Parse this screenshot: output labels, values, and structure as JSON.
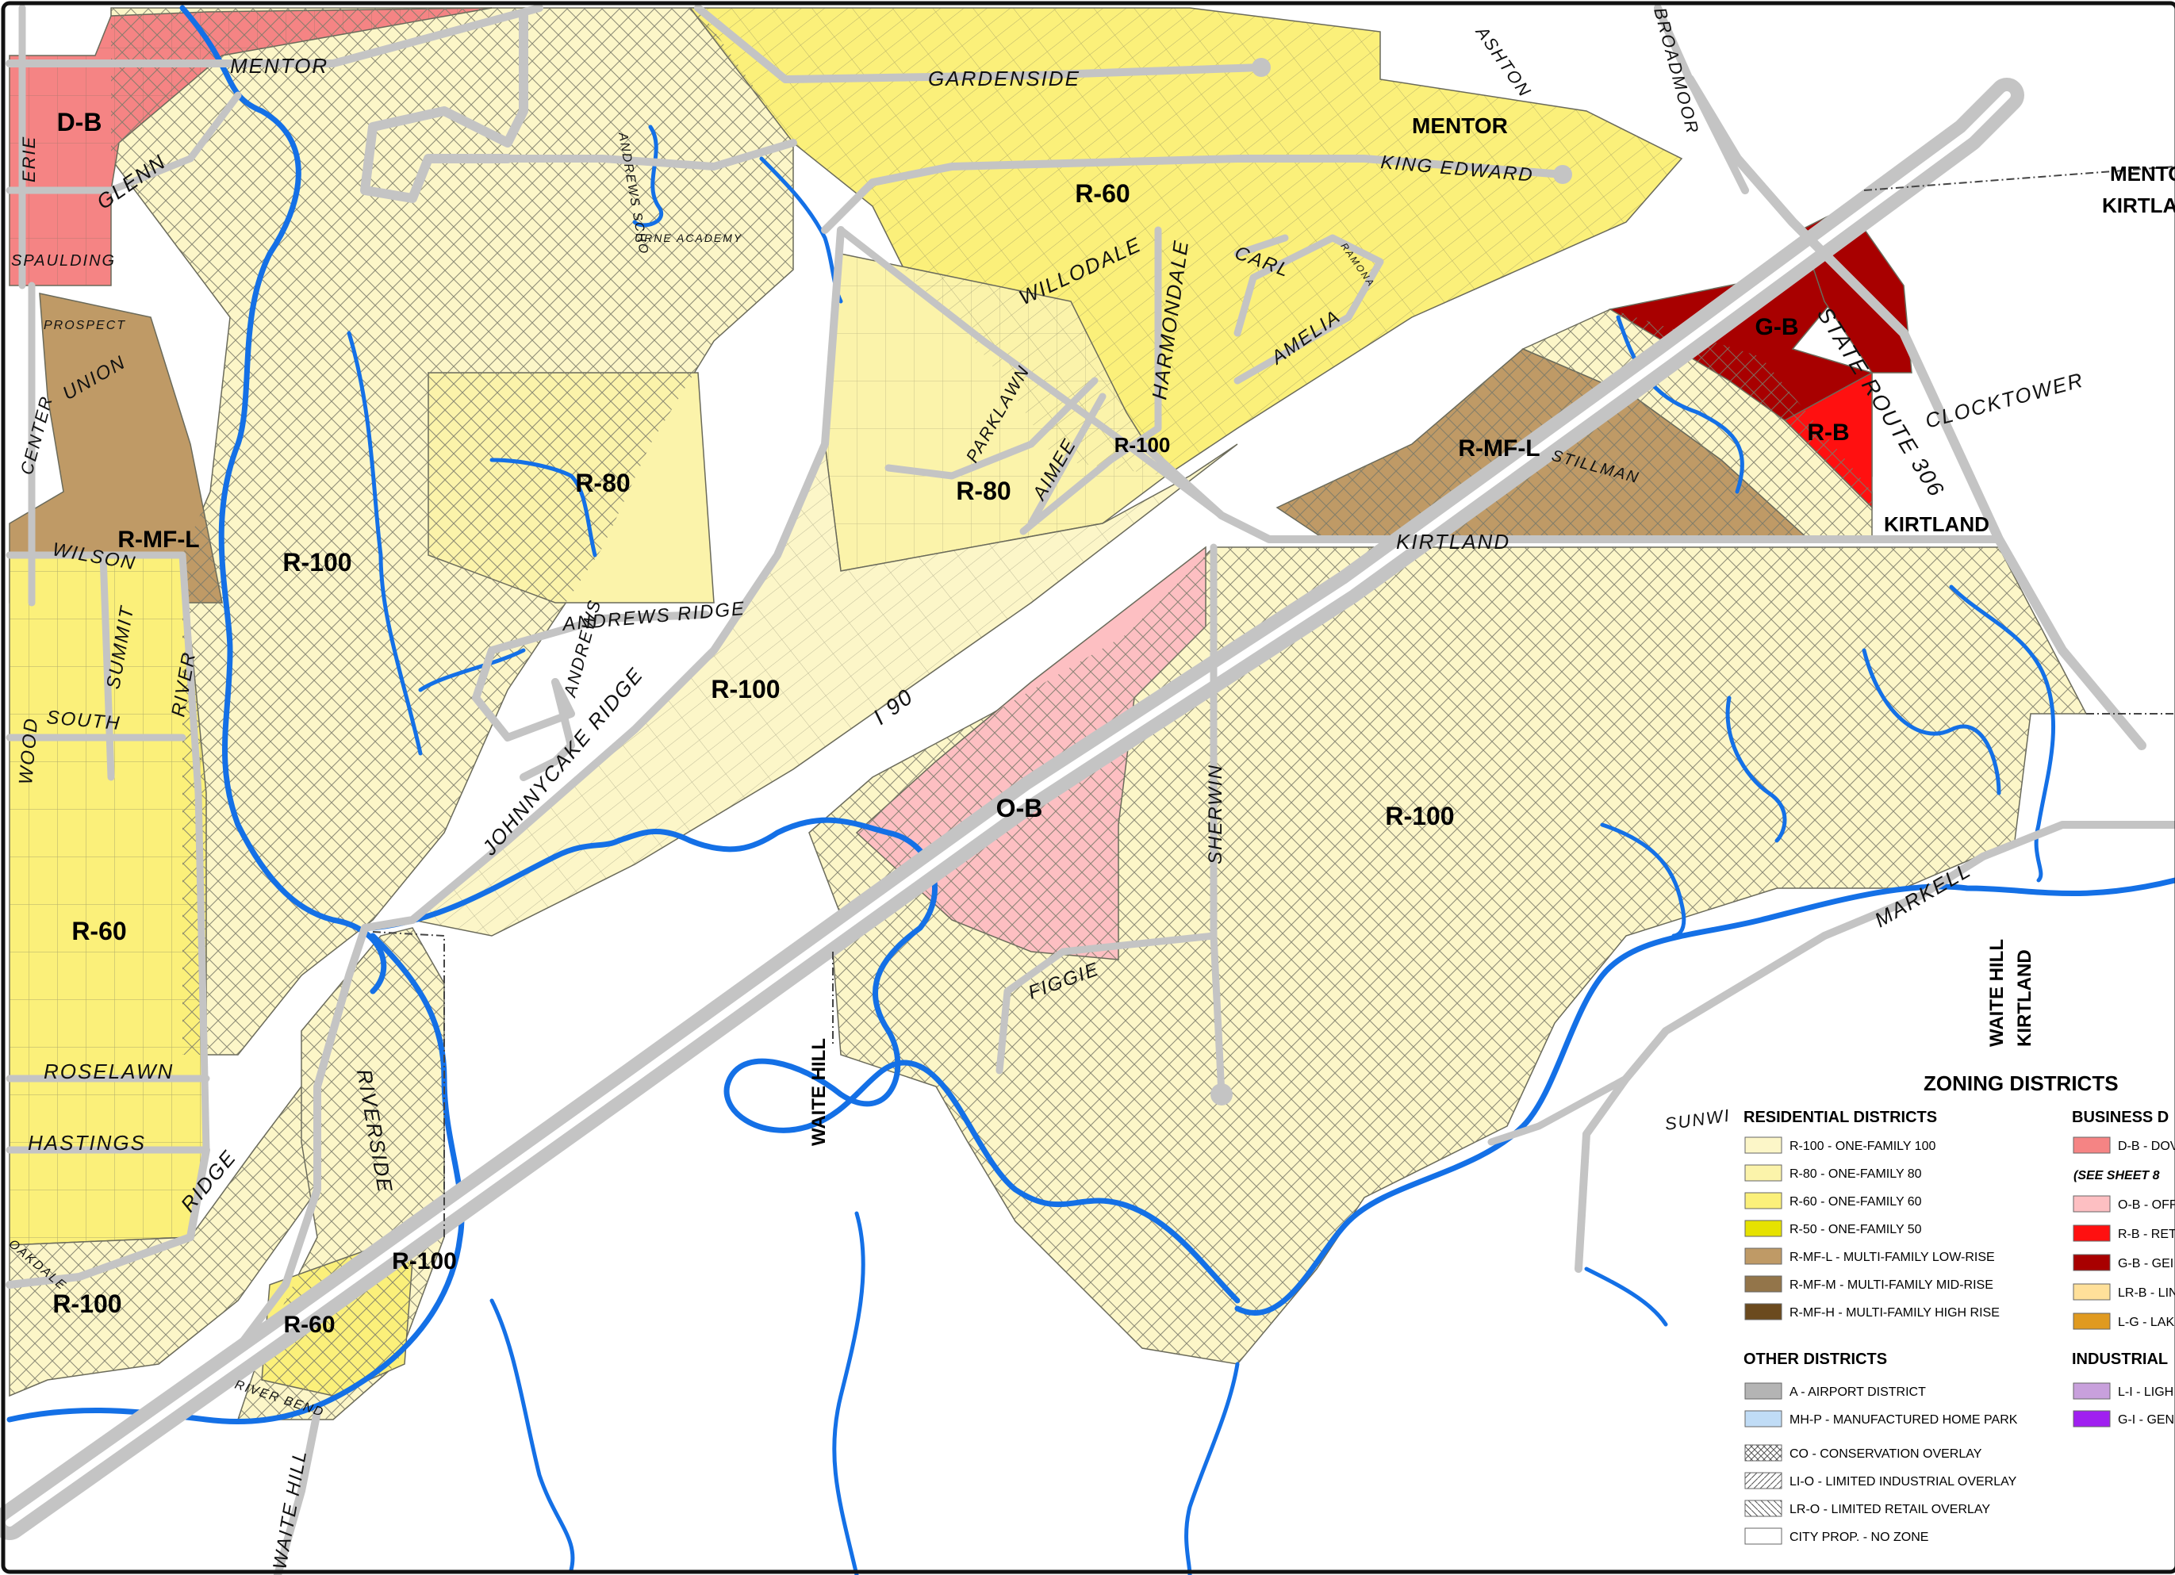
{
  "colors": {
    "R-100": "#fcf6c8",
    "R-80": "#fbf3aa",
    "R-60": "#fbf07a",
    "R-50": "#e6e200",
    "R-MF-L": "#bf9a66",
    "R-MF-M": "#93754a",
    "R-MF-H": "#6b4a1e",
    "D-B": "#f58484",
    "O-B": "#fdbfc2",
    "R-B": "#ff1010",
    "G-B": "#a80000",
    "LR-B": "#ffe09a",
    "L-G": "#e09a20",
    "A": "#b4b4b4",
    "MH-P": "#c0dcf6",
    "L-I": "#c8a0dc",
    "G-I": "#a020f0",
    "road": "#c4c4c4",
    "stream": "#1470e6"
  },
  "zones": {
    "db": "D-B",
    "rmfl_west": "R-MF-L",
    "r100_west": "R-100",
    "r80": "R-80",
    "r60_north": "R-60",
    "r80_mid": "R-80",
    "r100_mid": "R-100",
    "r100_jc": "R-100",
    "ob": "O-B",
    "rmfl_east": "R-MF-L",
    "gb": "G-B",
    "rb": "R-B",
    "r100_east": "R-100",
    "r60_west": "R-60",
    "r100_sw": "R-100",
    "r100_riv": "R-100",
    "r60_south": "R-60"
  },
  "roads": {
    "mentor_w": "MENTOR",
    "mentor_n": "MENTOR",
    "mentor_ne": "MENTOR",
    "kirtland_ne": "KIRTLA",
    "gardenside": "GARDENSIDE",
    "ashton": "ASHTON",
    "broadmoor": "BROADMOOR",
    "king_edward": "KING EDWARD",
    "glenn": "GLENN",
    "erie": "ERIE",
    "spaulding": "SPAULDING",
    "prospect": "PROSPECT",
    "union": "UNION",
    "center": "CENTER",
    "wilson": "WILSON",
    "summit": "SUMMIT",
    "south": "SOUTH",
    "wood": "WOOD",
    "river": "RIVER",
    "andrews_school": "ANDREWS SCHO",
    "urne_academy": "URNE ACADEMY",
    "willodale": "WILLODALE",
    "harmondale": "HARMONDALE",
    "carl": "CARL",
    "ramona": "RAMONA",
    "amelia": "AMELIA",
    "parklawn": "PARKLAWN",
    "aimee": "AIMEE",
    "andrews_ridge": "ANDREWS RIDGE",
    "andrews_ridge_v": "ANDREWS",
    "johnnycake": "JOHNNYCAKE RIDGE",
    "i90": "I 90",
    "state_route": "STATE ROUTE 306",
    "clocktower": "CLOCKTOWER",
    "kirtland_rd": "KIRTLAND",
    "kirtland_lbl": "KIRTLAND",
    "stillman": "STILLMAN",
    "sherwin": "SHERWIN",
    "figgie": "FIGGIE",
    "markell": "MARKELL",
    "waite_hill_e": "WAITE HILL",
    "kirtland_v": "KIRTLAND",
    "waite_hill_c": "WAITE HILL",
    "roselawn": "ROSELAWN",
    "hastings": "HASTINGS",
    "ridge": "RIDGE",
    "riverside": "RIVERSIDE",
    "river_bend": "RIVER BEND",
    "waite_hill_s": "WAITE HILL",
    "sunwin": "SUNWIN",
    "oakdale": "OAKDALE"
  },
  "legend": {
    "title": "ZONING DISTRICTS",
    "residential_head": "RESIDENTIAL DISTRICTS",
    "residential": [
      {
        "code": "R-100",
        "label": "R-100 - ONE-FAMILY 100"
      },
      {
        "code": "R-80",
        "label": "R-80 - ONE-FAMILY 80"
      },
      {
        "code": "R-60",
        "label": "R-60 - ONE-FAMILY 60"
      },
      {
        "code": "R-50",
        "label": "R-50 - ONE-FAMILY 50"
      },
      {
        "code": "R-MF-L",
        "label": "R-MF-L - MULTI-FAMILY LOW-RISE"
      },
      {
        "code": "R-MF-M",
        "label": "R-MF-M - MULTI-FAMILY MID-RISE"
      },
      {
        "code": "R-MF-H",
        "label": "R-MF-H - MULTI-FAMILY HIGH RISE"
      }
    ],
    "other_head": "OTHER DISTRICTS",
    "other": [
      {
        "code": "A",
        "label": "A - AIRPORT DISTRICT"
      },
      {
        "code": "MH-P",
        "label": "MH-P - MANUFACTURED HOME PARK"
      }
    ],
    "overlays": [
      {
        "label": "CO - CONSERVATION OVERLAY"
      },
      {
        "label": "LI-O - LIMITED INDUSTRIAL OVERLAY"
      },
      {
        "label": "LR-O - LIMITED RETAIL OVERLAY"
      },
      {
        "label": "CITY PROP. - NO ZONE"
      }
    ],
    "business_head": "BUSINESS D",
    "business": [
      {
        "code": "D-B",
        "label": "D-B - DOV"
      },
      {
        "code": "note",
        "label": "(SEE SHEET 8"
      },
      {
        "code": "O-B",
        "label": "O-B - OFF"
      },
      {
        "code": "R-B",
        "label": "R-B - RET"
      },
      {
        "code": "G-B",
        "label": "G-B - GEI"
      },
      {
        "code": "LR-B",
        "label": "LR-B - LIN"
      },
      {
        "code": "L-G",
        "label": "L-G - LAK"
      }
    ],
    "industrial_head": "INDUSTRIAL",
    "industrial": [
      {
        "code": "L-I",
        "label": "L-I - LIGH"
      },
      {
        "code": "G-I",
        "label": "G-I - GEN"
      }
    ]
  }
}
